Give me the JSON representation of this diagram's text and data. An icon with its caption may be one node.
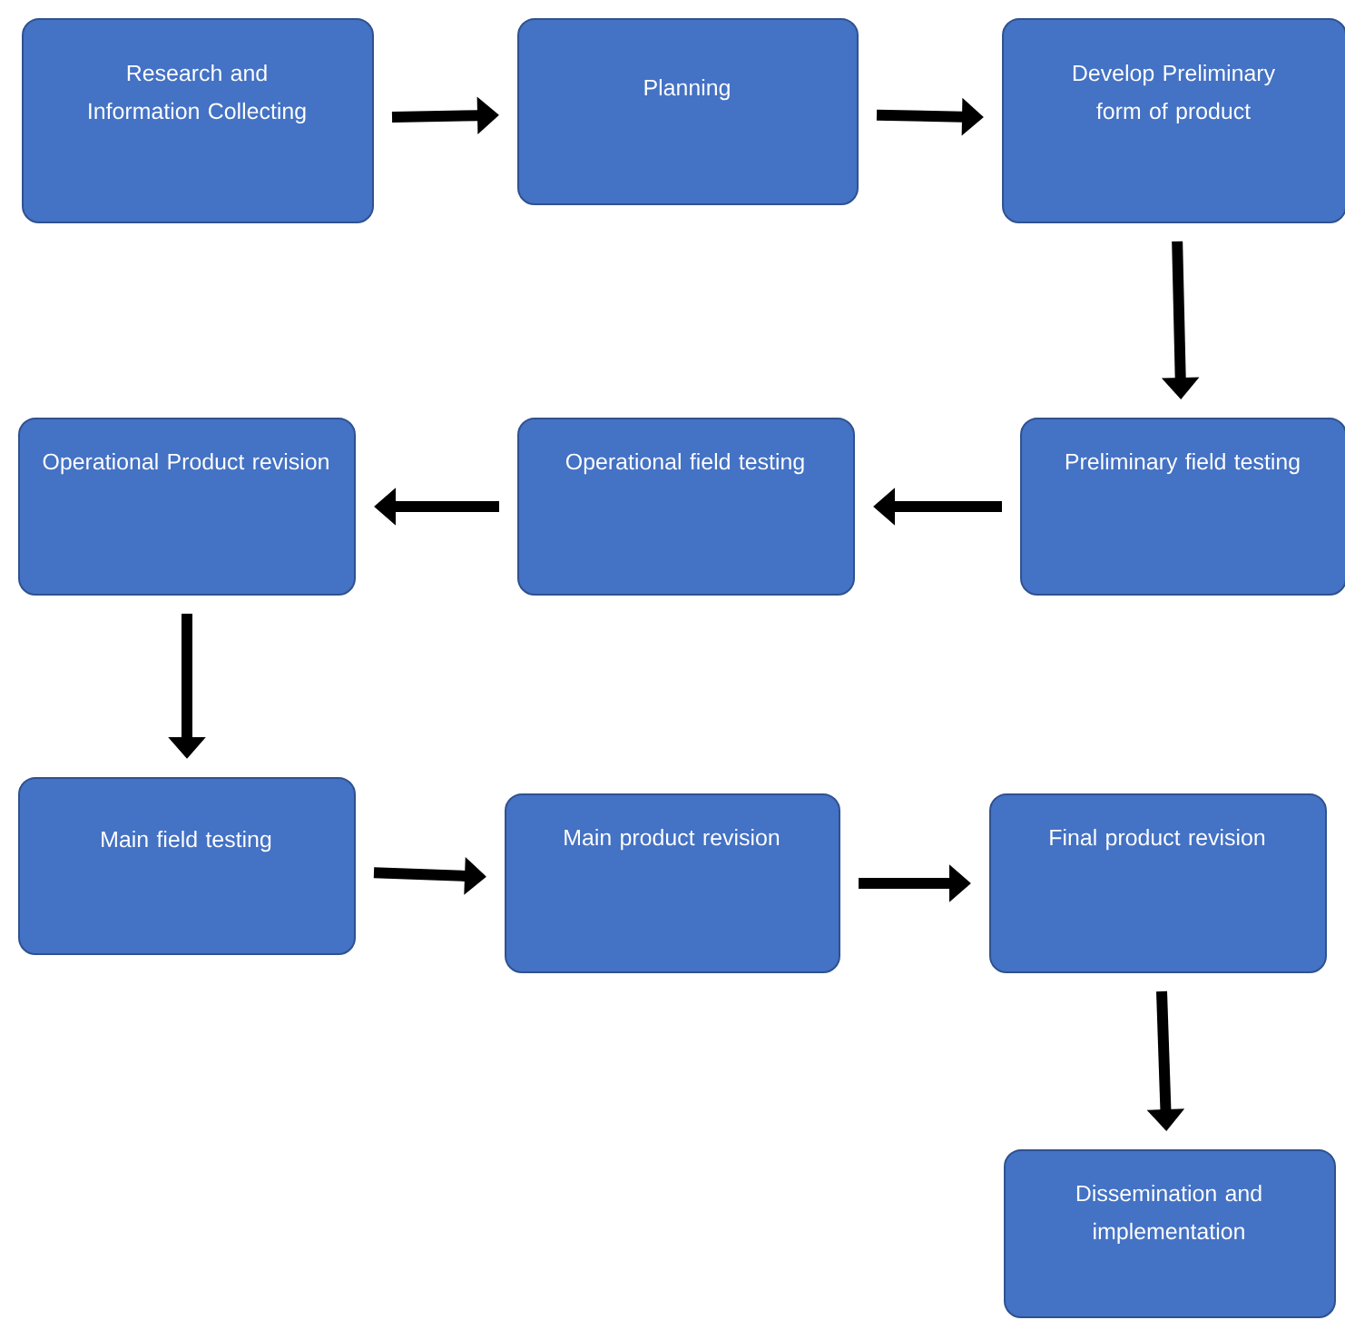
{
  "diagram": {
    "nodes": [
      {
        "text": [
          "Research and Information Collecting"
        ]
      },
      {
        "text": [
          "Planning"
        ]
      },
      {
        "text": [
          "Develop Preliminary form of product"
        ]
      },
      {
        "text": [
          "Preliminary field testing"
        ]
      },
      {
        "text": [
          "Operational field testing"
        ]
      },
      {
        "text": [
          "Operational Product revision"
        ]
      },
      {
        "text": [
          "Main field testing"
        ]
      },
      {
        "text": [
          "Main product revision"
        ]
      },
      {
        "text": [
          "Final product revision"
        ]
      },
      {
        "text": [
          "Dissemination and implementation"
        ]
      }
    ],
    "edges": [
      {
        "from": 0,
        "to": 1,
        "arrow": "to"
      },
      {
        "from": 1,
        "to": 2,
        "arrow": "to"
      },
      {
        "from": 2,
        "to": 3,
        "arrow": "to"
      },
      {
        "from": 3,
        "to": 4,
        "arrow": "to"
      },
      {
        "from": 4,
        "to": 5,
        "arrow": "to"
      },
      {
        "from": 5,
        "to": 6,
        "arrow": "to"
      },
      {
        "from": 6,
        "to": 7,
        "arrow": "to"
      },
      {
        "from": 7,
        "to": 8,
        "arrow": "to"
      },
      {
        "from": 8,
        "to": 9,
        "arrow": "to"
      }
    ]
  }
}
